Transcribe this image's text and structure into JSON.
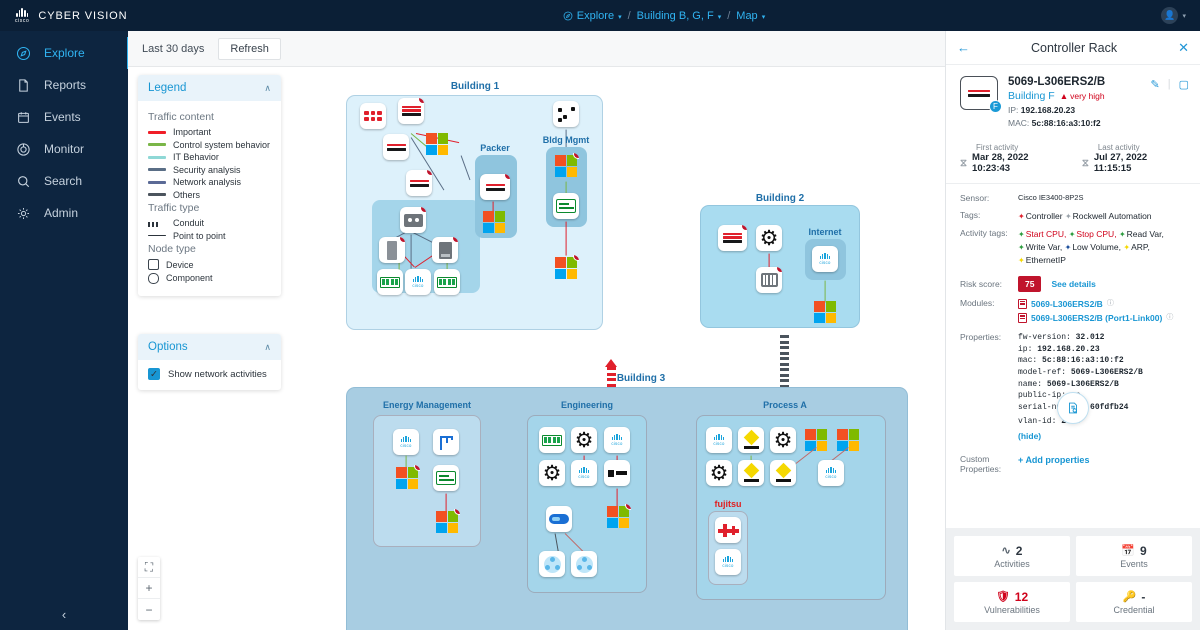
{
  "brand": {
    "name": "CYBER VISION",
    "cisco": "cisco"
  },
  "nav": {
    "items": [
      {
        "label": "Explore",
        "icon": "compass-icon",
        "active": true
      },
      {
        "label": "Reports",
        "icon": "report-icon",
        "active": false
      },
      {
        "label": "Events",
        "icon": "calendar-icon",
        "active": false
      },
      {
        "label": "Monitor",
        "icon": "monitor-icon",
        "active": false
      },
      {
        "label": "Search",
        "icon": "search-icon",
        "active": false
      },
      {
        "label": "Admin",
        "icon": "gear-icon",
        "active": false
      }
    ],
    "collapse": "‹"
  },
  "breadcrumb": {
    "items": [
      {
        "label": "Explore",
        "caret": "▾"
      },
      {
        "label": "Building B, G, F",
        "caret": "▾"
      },
      {
        "label": "Map",
        "caret": "▾"
      }
    ],
    "separator": "/"
  },
  "toolbar": {
    "period": "Last 30 days",
    "refresh": "Refresh"
  },
  "legend": {
    "title": "Legend",
    "chevron": "∧",
    "groups": [
      {
        "title": "Traffic content",
        "rows": [
          {
            "label": "Important",
            "color": "#f01e28",
            "style": "solid"
          },
          {
            "label": "Control system behavior",
            "color": "#7ab648",
            "style": "solid"
          },
          {
            "label": "IT Behavior",
            "color": "#8fd8d6",
            "style": "solid"
          },
          {
            "label": "Security analysis",
            "color": "#5a6e86",
            "style": "solid"
          },
          {
            "label": "Network analysis",
            "color": "#5b6a96",
            "style": "solid"
          },
          {
            "label": "Others",
            "color": "#4b545d",
            "style": "solid"
          }
        ]
      },
      {
        "title": "Traffic type",
        "rows": [
          {
            "label": "Conduit",
            "style": "dash"
          },
          {
            "label": "Point to point",
            "style": "line"
          }
        ]
      },
      {
        "title": "Node type",
        "rows": [
          {
            "label": "Device",
            "style": "square"
          },
          {
            "label": "Component",
            "style": "round"
          }
        ]
      }
    ]
  },
  "options": {
    "title": "Options",
    "chevron": "∧",
    "checkbox_label": "Show network activities",
    "checked": true,
    "check_glyph": "✓"
  },
  "zoom_controls": {
    "fit": "⛶",
    "zoom_in": "+",
    "zoom_out": "−"
  },
  "map": {
    "buildings": [
      {
        "id": "b1",
        "label": "Building 1"
      },
      {
        "id": "b2",
        "label": "Building 2"
      },
      {
        "id": "b3",
        "label": "Building 3"
      }
    ],
    "zones": [
      {
        "id": "packer",
        "label": "Packer"
      },
      {
        "id": "bldgmgmt",
        "label": "Bldg Mgmt"
      },
      {
        "id": "internet",
        "label": "Internet"
      },
      {
        "id": "energy",
        "label": "Energy Management"
      },
      {
        "id": "engineering",
        "label": "Engineering"
      },
      {
        "id": "processa",
        "label": "Process A"
      },
      {
        "id": "fujitsu",
        "label": "fujitsu"
      }
    ]
  },
  "details": {
    "header": {
      "title": "Controller Rack",
      "back": "←",
      "close": "✕"
    },
    "device": {
      "name": "5069-L306ERS2/B",
      "building": "Building F",
      "risk_label": "very high",
      "risk_glyph": "▲",
      "badge": "F",
      "ip_key": "IP:",
      "ip": "192.168.20.23",
      "mac_key": "MAC:",
      "mac": "5c:88:16:a3:10:f2",
      "edit_icon": "pencil-icon",
      "copy_icon": "copy-icon"
    },
    "activity": {
      "first_label": "First activity",
      "first_value": "Mar 28, 2022 10:23:43",
      "last_label": "Last activity",
      "last_value": "Jul 27, 2022 11:15:15",
      "glyph": "⧖"
    },
    "rows": {
      "sensor_key": "Sensor:",
      "sensor_value": "Cisco IE3400-8P2S",
      "tags_key": "Tags:",
      "tags": [
        {
          "label": "Controller",
          "color": "#1d262f",
          "dot": "#e0202c"
        },
        {
          "label": "Rockwell Automation",
          "color": "#1d262f",
          "dot": "#9aa2aa"
        }
      ],
      "activity_tags_key": "Activity tags:",
      "activity_tags": [
        {
          "label": "Start CPU,",
          "color": "#d0021b",
          "dot": "#2d9c3f"
        },
        {
          "label": "Stop CPU,",
          "color": "#d0021b",
          "dot": "#2d9c3f"
        },
        {
          "label": "Read Var,",
          "color": "#1d262f",
          "dot": "#2d9c3f"
        },
        {
          "label": "Write Var,",
          "color": "#1d262f",
          "dot": "#2d9c3f"
        },
        {
          "label": "Low Volume,",
          "color": "#1d262f",
          "dot": "#1c4f9c"
        },
        {
          "label": "ARP,",
          "color": "#1d262f",
          "dot": "#f5d800"
        },
        {
          "label": "EthernetIP",
          "color": "#1d262f",
          "dot": "#f5d800"
        }
      ],
      "risk_key": "Risk score:",
      "risk_score": "75",
      "risk_link": "See details",
      "modules_key": "Modules:",
      "modules": [
        {
          "label": "5069-L306ERS2/B",
          "info": "ⓘ"
        },
        {
          "label": "5069-L306ERS2/B (Port1-Link00)",
          "info": "ⓘ"
        }
      ],
      "properties_key": "Properties:",
      "properties": [
        {
          "k": "fw-version:",
          "v": "32.012"
        },
        {
          "k": "ip:",
          "v": "192.168.20.23"
        },
        {
          "k": "mac:",
          "v": "5c:88:16:a3:10:f2"
        },
        {
          "k": "model-ref:",
          "v": "5069-L306ERS2/B"
        },
        {
          "k": "name:",
          "v": "5069-L306ERS2/B"
        },
        {
          "k": "public-ip:",
          "v": "no"
        },
        {
          "k": "serial-number:",
          "v": "60fdfb24"
        },
        {
          "k": "vlan-id:",
          "v": "2508"
        }
      ],
      "hide_link": "(hide)",
      "custom_key_line1": "Custom",
      "custom_key_line2": "Properties:",
      "add_properties": "Add properties",
      "add_plus": "+"
    },
    "fab_icon": "report-export-icon",
    "stats": [
      {
        "value": "2",
        "label": "Activities",
        "icon": "pulse-icon",
        "red": false
      },
      {
        "value": "9",
        "label": "Events",
        "icon": "calendar-icon",
        "red": false
      },
      {
        "value": "12",
        "label": "Vulnerabilities",
        "icon": "shield-icon",
        "red": true
      },
      {
        "value": "-",
        "label": "Credential",
        "icon": "key-icon",
        "red": false
      }
    ]
  }
}
